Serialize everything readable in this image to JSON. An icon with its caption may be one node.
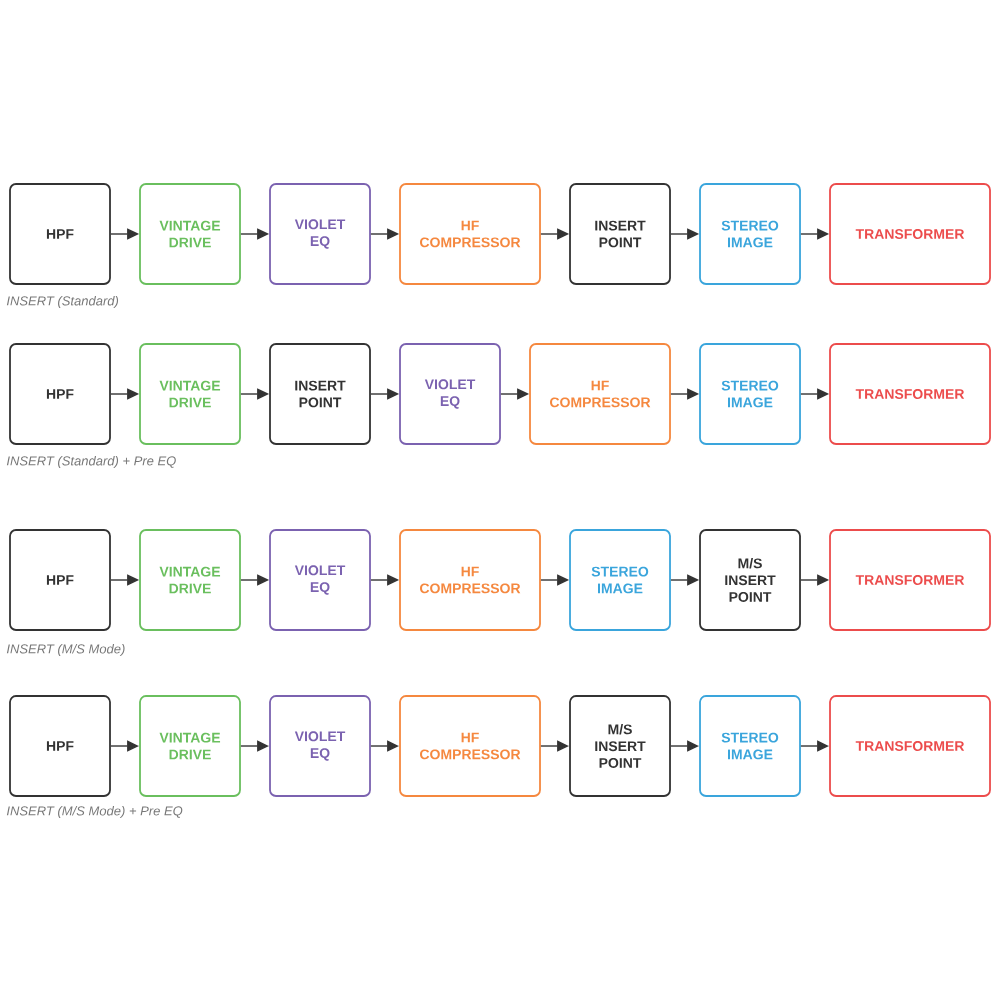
{
  "diagram": {
    "nodes": [
      {
        "text": [
          "HPF"
        ]
      },
      {
        "text": [
          "VINTAGE DRIVE"
        ]
      },
      {
        "text": [
          "VIOLET EQ"
        ]
      },
      {
        "text": [
          "HF COMPRESSOR"
        ]
      },
      {
        "text": [
          "INSERT POINT"
        ]
      },
      {
        "text": [
          "STEREO IMAGE"
        ]
      },
      {
        "text": [
          "TRANSFORMER"
        ]
      },
      {
        "text": [
          "HPF"
        ]
      },
      {
        "text": [
          "VINTAGE DRIVE"
        ]
      },
      {
        "text": [
          "INSERT POINT"
        ]
      },
      {
        "text": [
          "VIOLET EQ"
        ]
      },
      {
        "text": [
          "HF COMPRESSOR"
        ]
      },
      {
        "text": [
          "STEREO IMAGE"
        ]
      },
      {
        "text": [
          "TRANSFORMER"
        ]
      },
      {
        "text": [
          "HPF"
        ]
      },
      {
        "text": [
          "VINTAGE DRIVE"
        ]
      },
      {
        "text": [
          "VIOLET EQ"
        ]
      },
      {
        "text": [
          "HF COMPRESSOR"
        ]
      },
      {
        "text": [
          "STEREO IMAGE"
        ]
      },
      {
        "text": [
          "M/S INSERT POINT"
        ]
      },
      {
        "text": [
          "TRANSFORMER"
        ]
      },
      {
        "text": [
          "HPF"
        ]
      },
      {
        "text": [
          "VINTAGE DRIVE"
        ]
      },
      {
        "text": [
          "VIOLET EQ"
        ]
      },
      {
        "text": [
          "HF COMPRESSOR"
        ]
      },
      {
        "text": [
          "M/S INSERT POINT"
        ]
      },
      {
        "text": [
          "STEREO IMAGE"
        ]
      },
      {
        "text": [
          "TRANSFORMER"
        ]
      }
    ],
    "edges": [
      {
        "from": 0,
        "to": 1,
        "arrow": "to"
      },
      {
        "from": 1,
        "to": 2,
        "arrow": "to"
      },
      {
        "from": 2,
        "to": 3,
        "arrow": "to"
      },
      {
        "from": 3,
        "to": 4,
        "arrow": "to"
      },
      {
        "from": 4,
        "to": 5,
        "arrow": "to"
      },
      {
        "from": 5,
        "to": 6,
        "arrow": "to"
      },
      {
        "from": 7,
        "to": 8,
        "arrow": "to"
      },
      {
        "from": 8,
        "to": 9,
        "arrow": "to"
      },
      {
        "from": 9,
        "to": 10,
        "arrow": "to"
      },
      {
        "from": 10,
        "to": 11,
        "arrow": "to"
      },
      {
        "from": 11,
        "to": 12,
        "arrow": "to"
      },
      {
        "from": 12,
        "to": 13,
        "arrow": "to"
      },
      {
        "from": 14,
        "to": 15,
        "arrow": "to"
      },
      {
        "from": 15,
        "to": 16,
        "arrow": "to"
      },
      {
        "from": 16,
        "to": 17,
        "arrow": "to"
      },
      {
        "from": 17,
        "to": 18,
        "arrow": "to"
      },
      {
        "from": 18,
        "to": 19,
        "arrow": "to"
      },
      {
        "from": 19,
        "to": 20,
        "arrow": "to"
      },
      {
        "from": 21,
        "to": 22,
        "arrow": "to"
      },
      {
        "from": 22,
        "to": 23,
        "arrow": "to"
      },
      {
        "from": 23,
        "to": 24,
        "arrow": "to"
      },
      {
        "from": 24,
        "to": 25,
        "arrow": "to"
      },
      {
        "from": 25,
        "to": 26,
        "arrow": "to"
      },
      {
        "from": 26,
        "to": 27,
        "arrow": "to"
      }
    ],
    "labels": [
      "INSERT (Standard)",
      "INSERT (Standard) + Pre EQ",
      "INSERT (M/S Mode)",
      "INSERT (M/S Mode) + Pre EQ"
    ]
  }
}
